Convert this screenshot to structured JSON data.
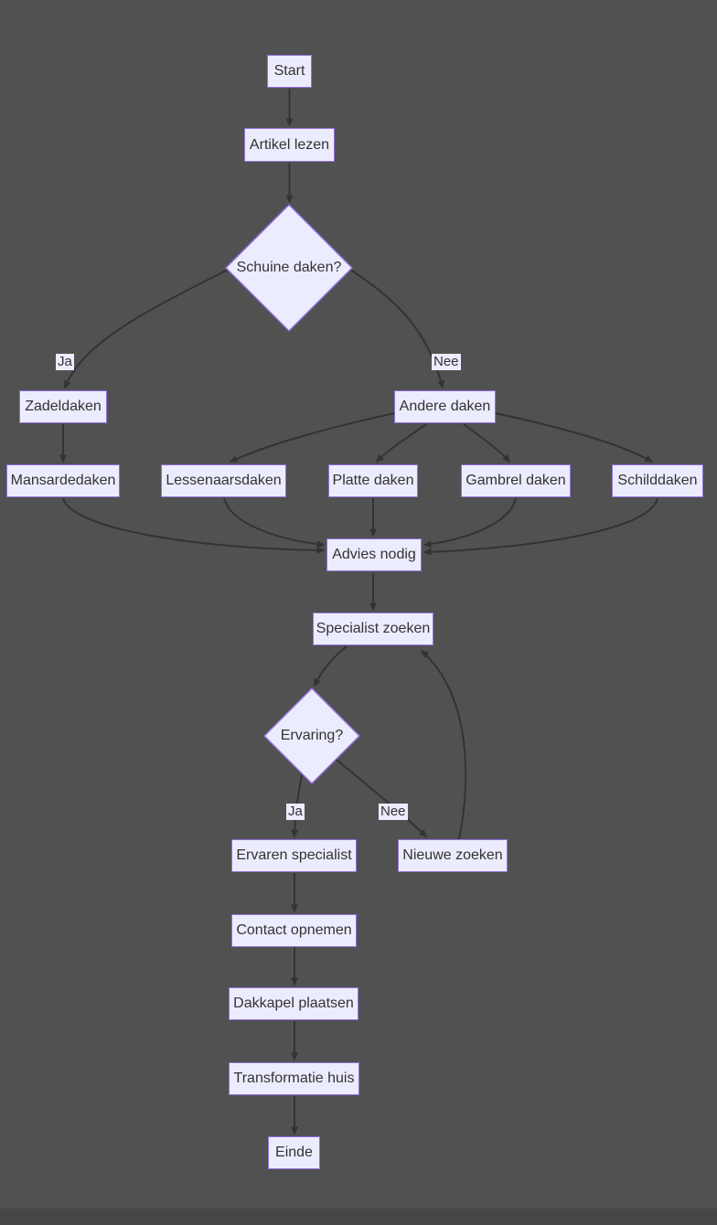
{
  "diagram": {
    "colors": {
      "background": "#515151",
      "bottom_strip": "#464646",
      "node_fill": "#ECECFF",
      "node_border": "#9370DB",
      "edge": "#333333",
      "text": "#333333"
    },
    "nodes": {
      "start": "Start",
      "artikel": "Artikel lezen",
      "schuine": "Schuine daken?",
      "zadeldaken": "Zadeldaken",
      "andere": "Andere daken",
      "mansardedaken": "Mansardedaken",
      "lessenaarsdaken": "Lessenaarsdaken",
      "platte": "Platte daken",
      "gambrel": "Gambrel daken",
      "schilddaken": "Schilddaken",
      "advies": "Advies nodig",
      "specialist": "Specialist zoeken",
      "ervaring": "Ervaring?",
      "ervaren": "Ervaren specialist",
      "nieuwe": "Nieuwe zoeken",
      "contact": "Contact opnemen",
      "dakkapel": "Dakkapel plaatsen",
      "transformatie": "Transformatie huis",
      "einde": "Einde"
    },
    "edge_labels": {
      "ja1": "Ja",
      "nee1": "Nee",
      "ja2": "Ja",
      "nee2": "Nee"
    }
  }
}
